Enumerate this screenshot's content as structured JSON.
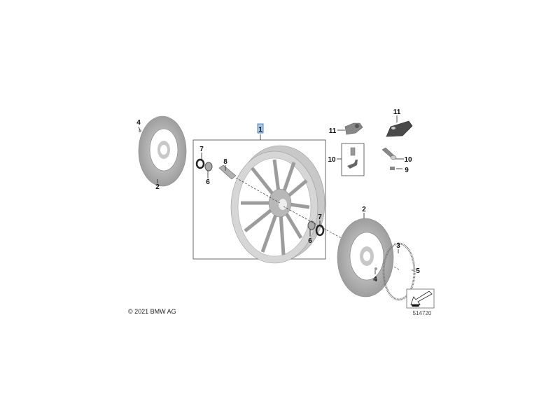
{
  "diagram": {
    "copyright": "© 2021 BMW AG",
    "diagram_number": "514720",
    "highlight_color": "#a8c8ec",
    "callouts": {
      "main_wheel": "1",
      "disc_left": "2",
      "disc_left_bolt": "4",
      "bearing_left_seal": "7",
      "bearing_left": "6",
      "spacer_sleeve": "8",
      "bearing_right_seal": "7",
      "bearing_right": "6",
      "disc_right": "2",
      "disc_right_bolt": "4",
      "abs_ring": "3",
      "abs_ring_screw": "5",
      "sensor_bracket": "11",
      "sensor_cover": "11",
      "valve_kit": "10",
      "valve_single": "10",
      "valve_nut": "9"
    }
  }
}
